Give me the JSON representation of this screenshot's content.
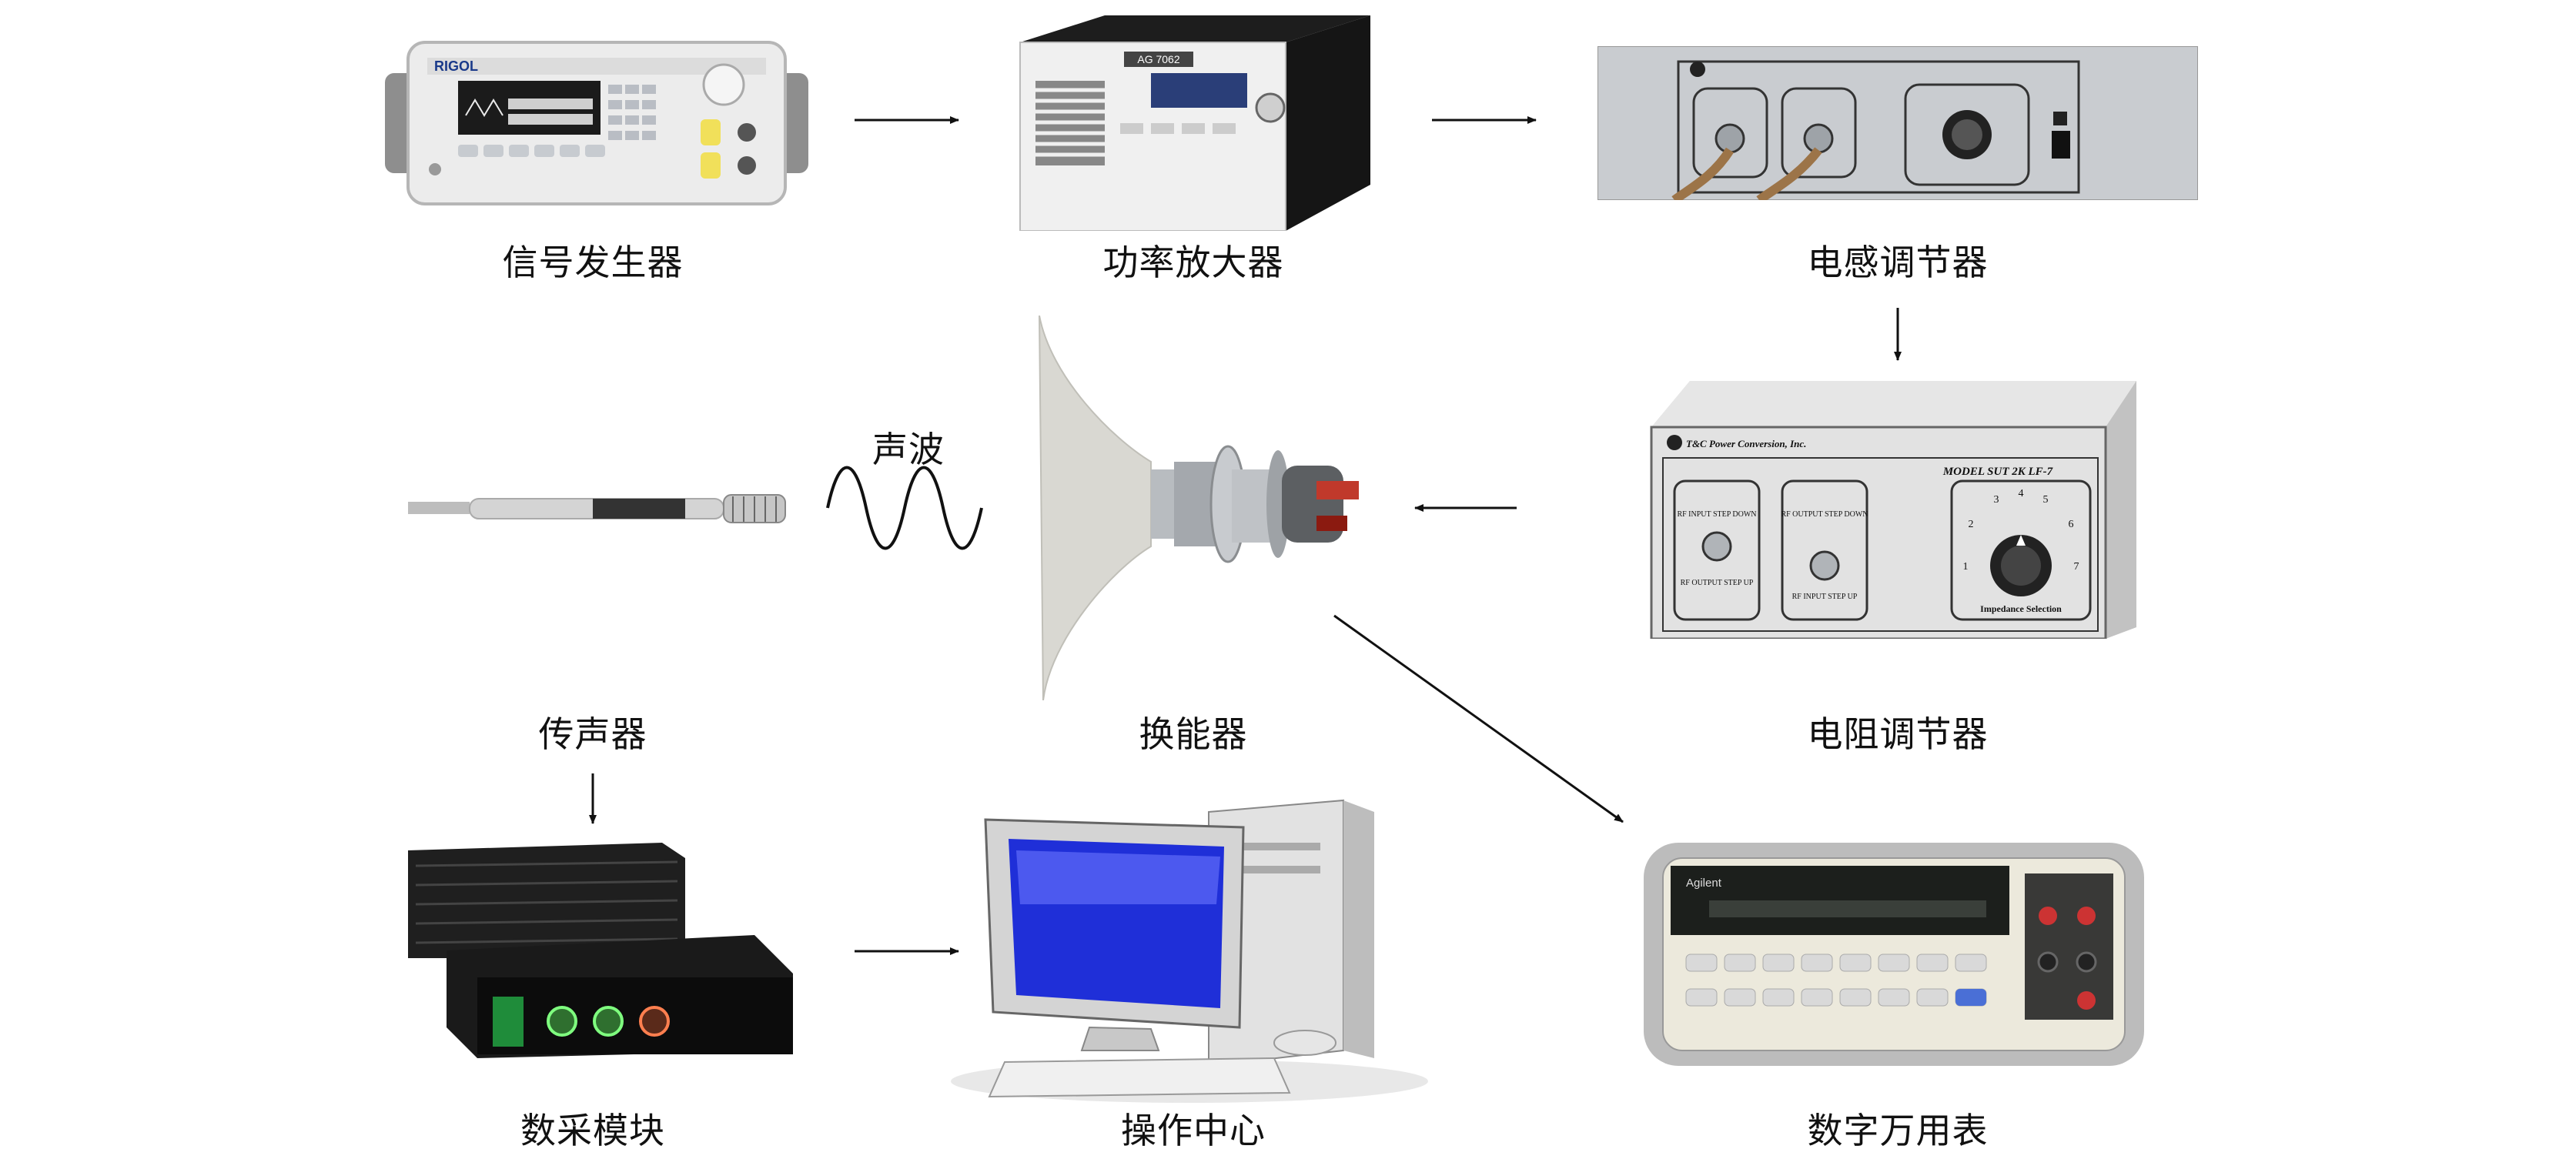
{
  "nodes": {
    "signal_generator": "信号发生器",
    "power_amplifier": "功率放大器",
    "inductance_regulator": "电感调节器",
    "microphone": "传声器",
    "transducer": "换能器",
    "resistance_regulator": "电阻调节器",
    "daq_module": "数采模块",
    "operation_center": "操作中心",
    "digital_multimeter": "数字万用表"
  },
  "wave_label": "声波",
  "device_text": {
    "rigol": "RIGOL",
    "amp_model": "AG 7062",
    "resistance_brand": "T&C Power Conversion, Inc.",
    "resistance_model": "MODEL SUT 2K LF-7",
    "rf_input_step_down": "RF INPUT STEP DOWN",
    "rf_output_step_up": "RF OUTPUT STEP UP",
    "rf_output_step_down": "RF OUTPUT STEP DOWN",
    "rf_input_step_up": "RF INPUT STEP UP",
    "impedance_selection": "Impedance Selection",
    "dial_1": "1",
    "dial_2": "2",
    "dial_3": "3",
    "dial_4": "4",
    "dial_5": "5",
    "dial_6": "6",
    "dial_7": "7",
    "agilent": "Agilent"
  }
}
